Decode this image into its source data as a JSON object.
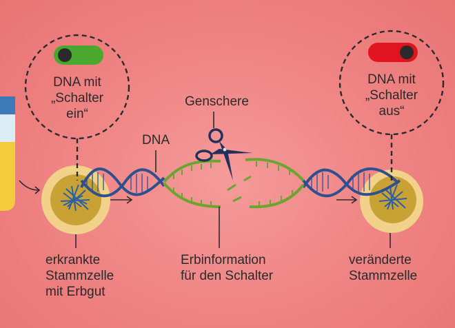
{
  "colors": {
    "background": "#ef8a8a",
    "dna_blue": "#2f4f8f",
    "gene_green": "#6aa62f",
    "switch_on": "#4aa82f",
    "switch_off": "#e0141e",
    "cell_outer": "#f2d28a",
    "cell_nucleus": "#c9a236"
  },
  "icons": [
    "scissors-icon",
    "test-tube-icon",
    "toggle-switch-on",
    "toggle-switch-off"
  ],
  "labels": {
    "switch_on_text": "DNA mit\n„Schalter\nein“",
    "switch_off_text": "DNA mit\n„Schalter\naus“",
    "scissors": "Genschere",
    "dna": "DNA",
    "sick_cell": "erkrankte\nStammzelle\nmit Erbgut",
    "gene_info": "Erbinformation\nfür den Schalter",
    "changed_cell": "veränderte\nStammzelle"
  }
}
